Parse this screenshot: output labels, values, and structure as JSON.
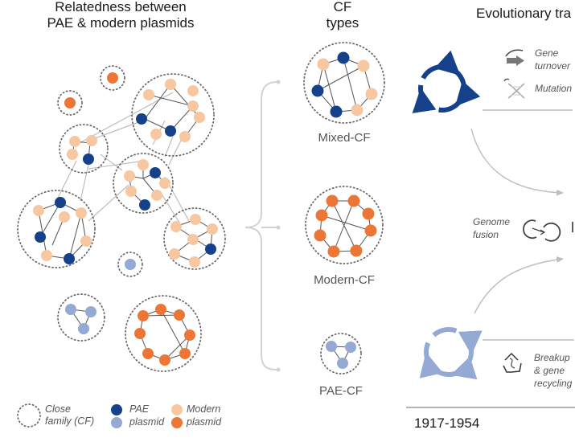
{
  "colors": {
    "pae": "#15418a",
    "pae_plasmid": "#95a9d5",
    "modern": "#f6c7a1",
    "modern_plasmid": "#ec7636",
    "arrow_gray": "#bdbdbd"
  },
  "headings": {
    "relatedness_line1": "Relatedness between",
    "relatedness_line2": "PAE & modern plasmids",
    "cf_types_line1": "CF",
    "cf_types_line2": "types",
    "evolutionary": "Evolutionary tra"
  },
  "cf_types": {
    "mixed": "Mixed-CF",
    "modern": "Modern-CF",
    "pae": "PAE-CF"
  },
  "processes": {
    "gene_turnover_1": "Gene",
    "gene_turnover_2": "turnover",
    "mutation": "Mutation",
    "genome_fusion_1": "Genome",
    "genome_fusion_2": "fusion",
    "breakup_1": "Breakup",
    "breakup_2": "& gene",
    "breakup_3": "recycling"
  },
  "timeline": {
    "period": "1917-1954"
  },
  "legend": {
    "close_family_1": "Close",
    "close_family_2": "family (CF)",
    "pae_1": "PAE",
    "pae_2": "plasmid",
    "modern_1": "Modern",
    "modern_2": "plasmid"
  },
  "icons": [
    "gene-turnover-icon",
    "mutation-dna-icon",
    "genome-fusion-icon",
    "breakup-recycling-icon",
    "dark-circular-plasmid-icon",
    "light-circular-plasmid-icon"
  ]
}
